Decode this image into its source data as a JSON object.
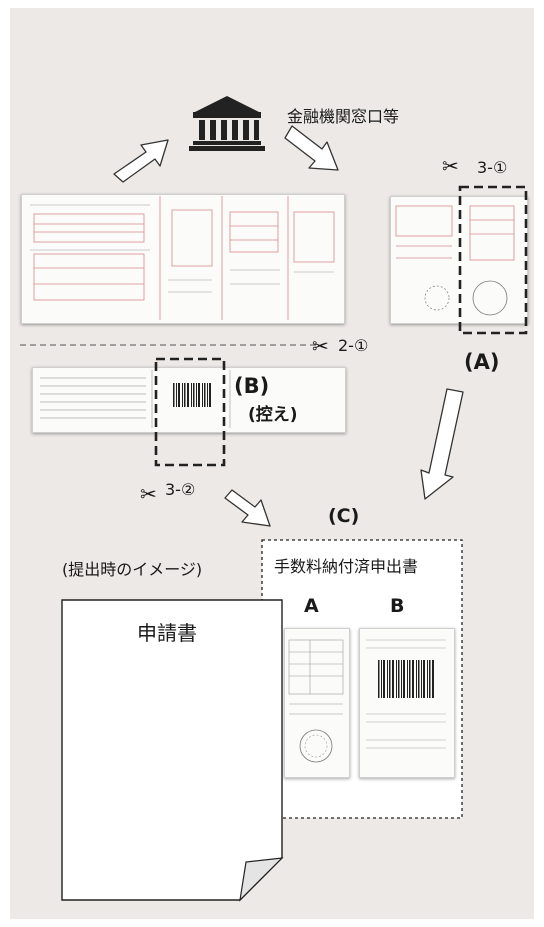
{
  "labels": {
    "bank": "金融機関窓口等",
    "cut_3_1": "3-①",
    "cut_2_1": "2-①",
    "cut_3_2": "3-②",
    "part_a": "(A)",
    "part_b": "(B)",
    "part_b_sub": "(控え)",
    "part_c": "(C)",
    "submit_image": "(提出時のイメージ)",
    "fee_form_title": "手数料納付済申出書",
    "col_a": "A",
    "col_b": "B",
    "application": "申請書"
  },
  "icons": [
    "bank-icon",
    "scissors-icon",
    "arrow-icon"
  ],
  "colors": {
    "background": "#ece9e6",
    "dash": "#222222",
    "form_red": "#d98a8a"
  }
}
